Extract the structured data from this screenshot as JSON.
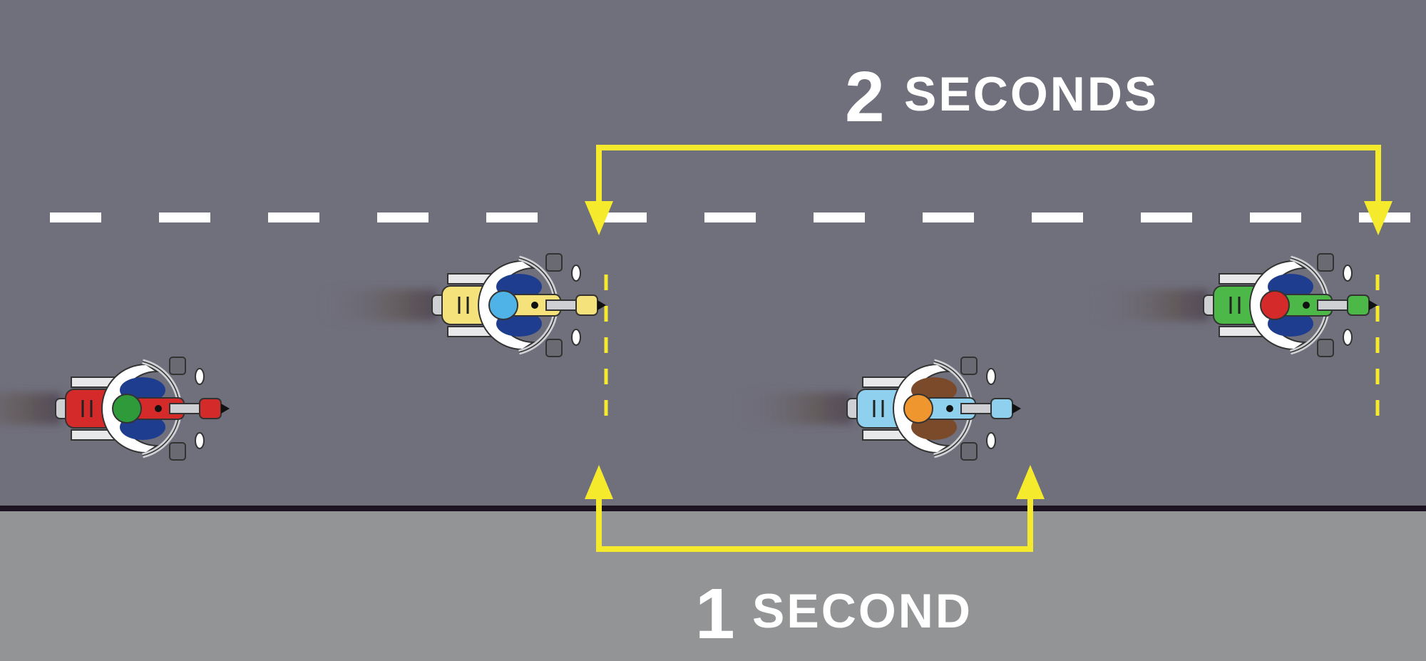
{
  "diagram": {
    "label_two": {
      "number": "2",
      "word": "SECONDS"
    },
    "label_one": {
      "number": "1",
      "word": "SECOND"
    },
    "colors": {
      "road": "#706f7c",
      "sidewalk": "#929496",
      "curb": "#1c1420",
      "lane_marking": "#ffffff",
      "bracket": "#f5ea2c"
    },
    "motorcycles": [
      {
        "name": "red-motorcycle",
        "body": "#d42a2a",
        "helmet": "#2e9a3a",
        "shoulders": "#1f3d8f"
      },
      {
        "name": "yellow-motorcycle",
        "body": "#f5e27a",
        "helmet": "#4fb3e8",
        "shoulders": "#1f3d8f"
      },
      {
        "name": "blue-motorcycle",
        "body": "#8fd0ef",
        "helmet": "#f0962e",
        "shoulders": "#7a4a2a"
      },
      {
        "name": "green-motorcycle",
        "body": "#4cb848",
        "helmet": "#d42a2a",
        "shoulders": "#1f3d8f"
      }
    ]
  }
}
